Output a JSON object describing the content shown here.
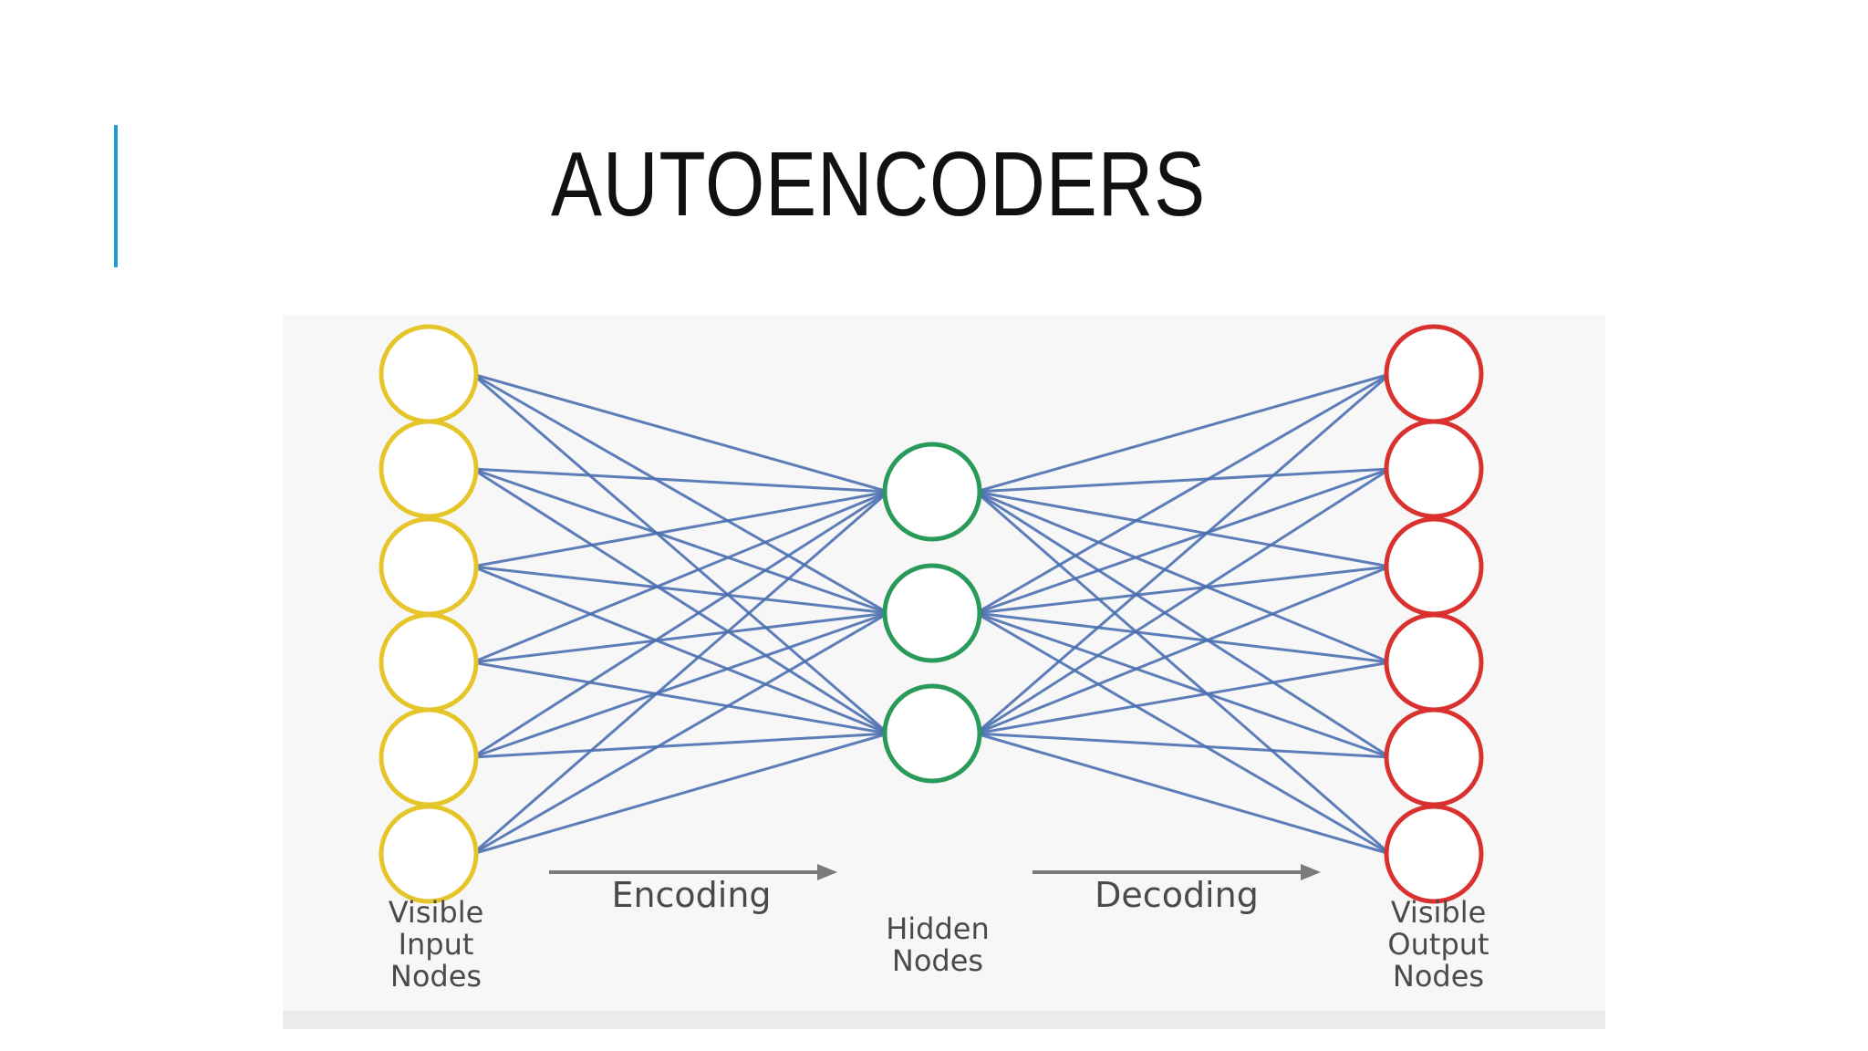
{
  "slide": {
    "title": "AUTOENCODERS"
  },
  "diagram": {
    "input_layer": {
      "label_lines": [
        "Visible",
        "Input",
        "Nodes"
      ],
      "node_count": 6,
      "color": "#e6c52a"
    },
    "hidden_layer": {
      "label_lines": [
        "Hidden",
        "Nodes"
      ],
      "node_count": 3,
      "color": "#2a9a5a"
    },
    "output_layer": {
      "label_lines": [
        "Visible",
        "Output",
        "Nodes"
      ],
      "node_count": 6,
      "color": "#d8312e"
    },
    "edge_color": "#4a6fb0",
    "arrows": [
      {
        "label": "Encoding",
        "color": "#7a7a7a"
      },
      {
        "label": "Decoding",
        "color": "#7a7a7a"
      }
    ]
  },
  "colors": {
    "accent": "#1f9ad3",
    "title": "#111111",
    "figure_background": "#f7f7f7"
  }
}
